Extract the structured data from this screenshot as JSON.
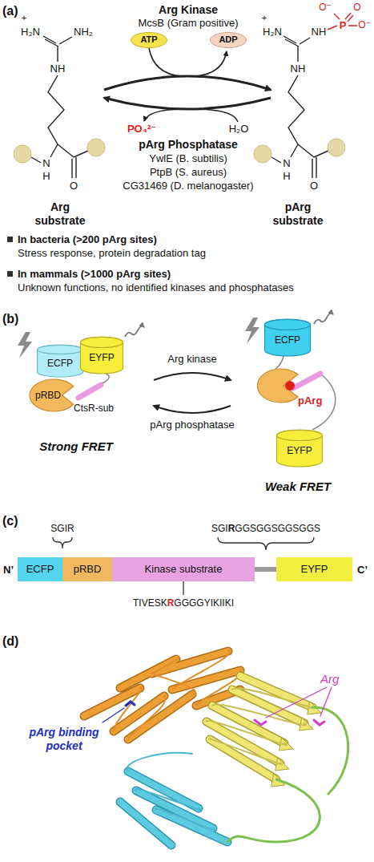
{
  "diagram": {
    "nodes": [
      {
        "text": [
          "ATP"
        ]
      },
      {
        "text": [
          "ADP"
        ]
      },
      {
        "text": [
          "ECFP"
        ]
      },
      {
        "text": [
          "EYFP"
        ]
      },
      {
        "text": [
          "pRBD"
        ]
      },
      {
        "text": [
          "ECFP"
        ]
      },
      {
        "text": [
          "EYFP"
        ]
      },
      {
        "text": [
          "ECFP"
        ]
      },
      {
        "text": [
          "pRBD"
        ]
      },
      {
        "text": [
          "Kinase substrate"
        ]
      },
      {
        "text": [
          "EYFP"
        ]
      }
    ],
    "labels": [
      "(a)",
      "Arg Kinase",
      "McsB (Gram positive)",
      "PO₄²⁻",
      "H₂O",
      "pArg Phosphatase",
      "YwlE (B. subtilis)",
      "PtpB (S. aureus)",
      "CG31469 (D. melanogaster)",
      "Arg substrate",
      "pArg substrate",
      "In bacteria (>200 pArg sites)",
      "Stress response, protein degradation tag",
      "In mammals (>1000 pArg sites)",
      "Unknown functions, no identified kinases and phosphatases",
      "(b)",
      "CtsR-sub",
      "Strong FRET",
      "Arg kinase",
      "pArg phosphatase",
      "pArg",
      "Weak FRET",
      "(c)",
      "SGIR",
      "SGI",
      "R",
      "GGSGGSGGSGGS",
      "N’",
      "C’",
      "TIVESK",
      "R",
      "GGGGYIKIIKI",
      "(d)",
      "Arg",
      "pArg binding pocket",
      "H₂N",
      "+",
      "NH₂",
      "NH",
      "N",
      "H",
      "O",
      "H₂N",
      "+",
      "NH",
      "P",
      "O⁻",
      "O",
      "O⁻",
      "NH",
      "N",
      "H",
      "O"
    ]
  }
}
